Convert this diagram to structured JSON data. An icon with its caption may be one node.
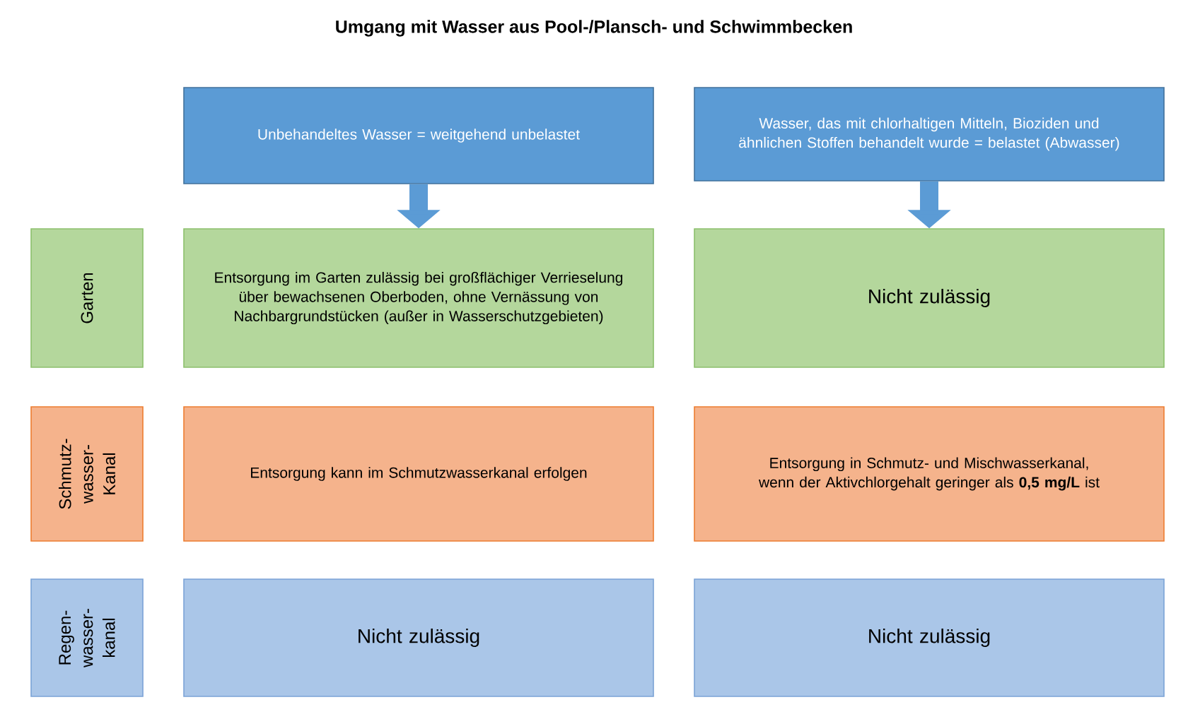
{
  "diagram": {
    "title": "Umgang mit Wasser aus Pool-/Plansch- und Schwimmbecken",
    "nodes": [
      {
        "text": [
          "Unbehandeltes Wasser = weitgehend unbelastet"
        ]
      },
      {
        "text": [
          "Wasser, das mit chlorhaltigen Mitteln, Bioziden und ähnlichen Stoffen behandelt wurde = belastet (Abwasser)"
        ]
      },
      {
        "text": [
          "Garten"
        ]
      },
      {
        "text": [
          "Entsorgung im Garten zulässig bei großflächiger Verrieselung über bewachsenen Oberboden, ohne Vernässung von Nachbargrundstücken (außer in Wasserschutzgebieten)"
        ]
      },
      {
        "text": [
          "Nicht zulässig"
        ]
      },
      {
        "text": [
          "Schmutz- wasser- Kanal"
        ]
      },
      {
        "text": [
          "Entsorgung kann im Schmutzwasserkanal erfolgen"
        ]
      },
      {
        "text": [
          "Entsorgung in Schmutz- und Mischwasserkanal, wenn der Aktivchlorgehalt geringer als **0,5 mg/L** ist"
        ]
      },
      {
        "text": [
          "Regen- wasser- kanal"
        ]
      },
      {
        "text": [
          "Nicht zulässig"
        ]
      },
      {
        "text": [
          "Nicht zulässig"
        ]
      }
    ],
    "edges": [
      {
        "from": 0,
        "to": 3,
        "arrow": "to"
      },
      {
        "from": 1,
        "to": 4,
        "arrow": "to"
      }
    ]
  }
}
